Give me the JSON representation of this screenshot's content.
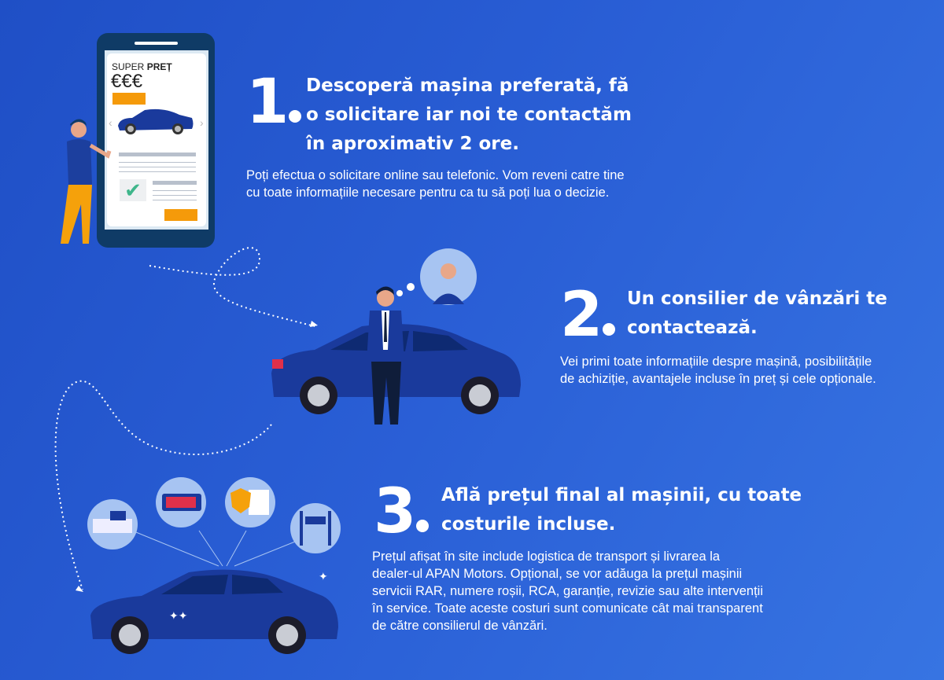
{
  "phone": {
    "price_label_regular": "SUPER ",
    "price_label_bold": "PREȚ",
    "price_symbol": "€€€"
  },
  "steps": [
    {
      "number": "1",
      "title_lines": [
        "Descoperă mașina preferată, fă",
        "o solicitare iar noi te contactăm",
        "în aproximativ 2 ore."
      ],
      "body_lines": [
        "Poți efectua o solicitare online sau telefonic. Vom reveni catre tine",
        "cu toate informațiile necesare pentru ca tu să poți lua o decizie."
      ]
    },
    {
      "number": "2",
      "title_lines": [
        "Un consilier de vânzări te",
        "contactează."
      ],
      "body_lines": [
        "Vei primi toate informațiile despre mașină, posibilitățile",
        "de achiziție, avantajele incluse în preț și cele opționale."
      ]
    },
    {
      "number": "3",
      "title_lines": [
        "Află prețul final al mașinii, cu toate",
        "costurile incluse."
      ],
      "body_lines": [
        "Prețul afișat în site include logistica de transport și livrarea la",
        "dealer-ul APAN Motors. Opțional, se vor adăuga la prețul mașinii",
        "servicii RAR, numere roșii, RCA, garanție, revizie sau alte intervenții",
        "în service. Toate aceste costuri sunt comunicate cât mai transparent",
        "de către consilierul de vânzări."
      ]
    }
  ],
  "colors": {
    "car": "#1a3a9c",
    "phone_frame": "#0f3b66",
    "accent": "#f59a0a",
    "check": "#3fb68b"
  }
}
